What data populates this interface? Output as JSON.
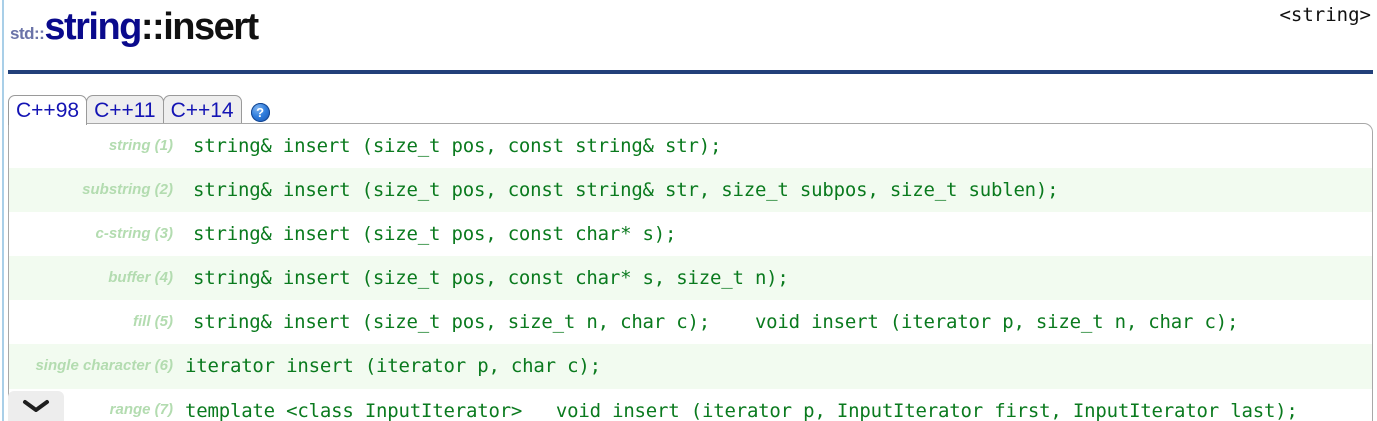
{
  "header": {
    "namespace": "std::",
    "class_name": "string",
    "member_sep_and_name": "::insert",
    "include_file": "<string>"
  },
  "tabs": {
    "items": [
      {
        "label": "C++98",
        "active": true
      },
      {
        "label": "C++11",
        "active": false
      },
      {
        "label": "C++14",
        "active": false
      }
    ],
    "help_icon_label": "?",
    "help_icon_name": "question-mark-icon"
  },
  "prototypes": {
    "rows": [
      {
        "label": "string (1)",
        "code": "string& insert (size_t pos, const string& str);"
      },
      {
        "label": "substring (2)",
        "code": "string& insert (size_t pos, const string& str, size_t subpos, size_t sublen);"
      },
      {
        "label": "c-string (3)",
        "code": "string& insert (size_t pos, const char* s);"
      },
      {
        "label": "buffer (4)",
        "code": "string& insert (size_t pos, const char* s, size_t n);"
      },
      {
        "label": "fill (5)",
        "code": "string& insert (size_t pos, size_t n, char c);    void insert (iterator p, size_t n, char c);"
      },
      {
        "label": "single character (6)",
        "code": "iterator insert (iterator p, char c);"
      },
      {
        "label": "range (7)",
        "code": "template <class InputIterator>   void insert (iterator p, InputIterator first, InputIterator last);"
      }
    ]
  },
  "expand": {
    "icon_name": "chevron-down-icon"
  },
  "colors": {
    "title_class": "#0a0a8c",
    "title_namespace": "#6a73a8",
    "rule": "#22407a",
    "tab_text": "#1414b4",
    "code_text": "#0a7a1e",
    "label_text": "#b3dcb0",
    "alt_row_bg": "#f2fbf0",
    "left_rule": "#a9cfe8"
  }
}
